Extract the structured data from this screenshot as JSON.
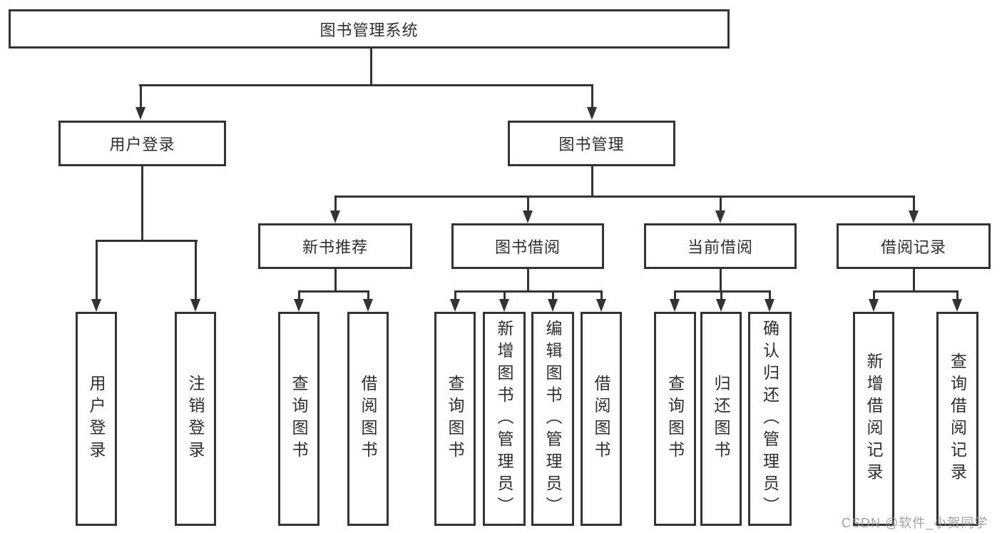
{
  "diagram": {
    "title": "图书管理系统",
    "level2": {
      "user_login": "用户登录",
      "book_mgmt": "图书管理"
    },
    "level3": {
      "new_books": "新书推荐",
      "borrow": "图书借阅",
      "current": "当前借阅",
      "records": "借阅记录"
    },
    "leaves": {
      "user_login": [
        "用户登录",
        "注销登录"
      ],
      "new_books": [
        "查询图书",
        "借阅图书"
      ],
      "borrow": [
        "查询图书",
        "新增图书（管理员）",
        "编辑图书（管理员）",
        "借阅图书"
      ],
      "current": [
        "查询图书",
        "归还图书",
        "确认归还（管理员）"
      ],
      "records": [
        "新增借阅记录",
        "查询借阅记录"
      ]
    }
  },
  "watermark": "CSDN @软件_小贺同学",
  "colors": {
    "line": "#333333",
    "box_background": "#ffffff",
    "text": "#2e2e2e",
    "watermark": "#919191"
  }
}
